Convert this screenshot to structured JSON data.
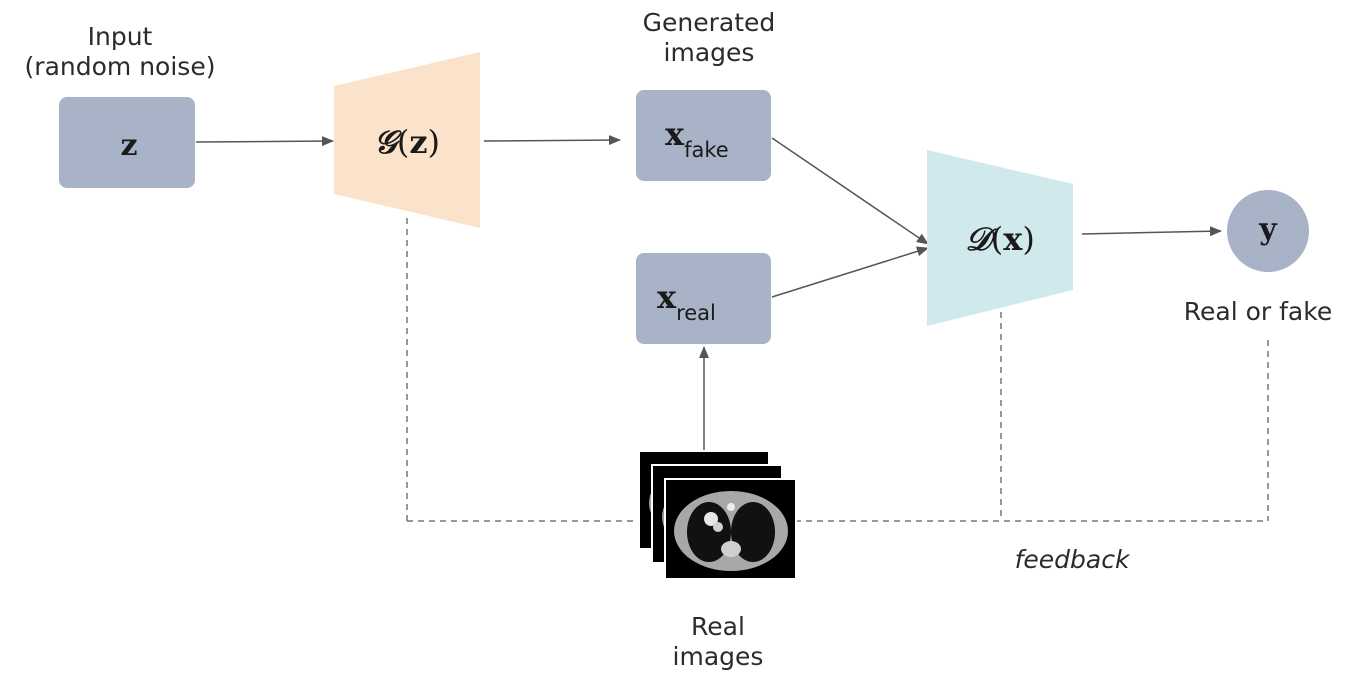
{
  "captions": {
    "input_line1": "Input",
    "input_line2": "(random noise)",
    "generated_line1": "Generated",
    "generated_line2": "images",
    "real_or_fake": "Real or fake",
    "feedback": "feedback",
    "real_images_line1": "Real",
    "real_images_line2": "images"
  },
  "nodes": {
    "z": {
      "symbol": "z"
    },
    "generator": {
      "symbol": "𝒢",
      "open": "(",
      "arg": "z",
      "close": ")"
    },
    "x_fake": {
      "symbol": "x",
      "sub": "fake"
    },
    "x_real": {
      "symbol": "x",
      "sub": "real"
    },
    "discriminator": {
      "symbol": "𝒟",
      "open": "(",
      "arg": "x",
      "close": ")"
    },
    "y": {
      "symbol": "y"
    }
  },
  "colors": {
    "node_fill": "#a9b3c8",
    "generator_fill": "#fbe2cb",
    "discriminator_fill": "#cfe9ec",
    "arrow": "#555555",
    "dashed": "#777777"
  }
}
